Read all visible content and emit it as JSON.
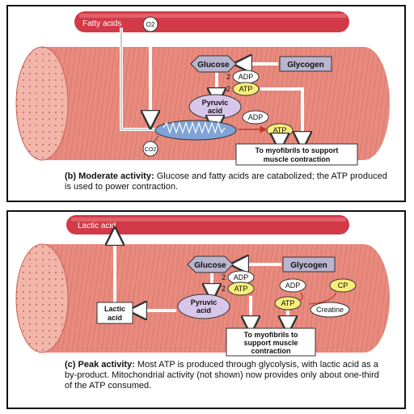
{
  "panel_b": {
    "labels": {
      "fatty_acids": "Fatty acids",
      "o2": "O2",
      "glucose": "Glucose",
      "glycogen": "Glycogen",
      "two_adp": "2",
      "adp1": "ADP",
      "two_atp": "2",
      "atp1": "ATP",
      "pyruvic_acid_1": "Pyruvic",
      "pyruvic_acid_2": "acid",
      "adp2": "ADP",
      "atp2": "ATP",
      "co2": "CO2",
      "myofibrils_1": "To myofibrils to support",
      "myofibrils_2": "muscle contraction"
    },
    "caption_title": "(b) Moderate activity:",
    "caption_body": " Glucose and fatty acids are catabolized; the ATP produced is used to power contraction."
  },
  "panel_c": {
    "labels": {
      "lactic_acid_top": "Lactic acid",
      "glucose": "Glucose",
      "glycogen": "Glycogen",
      "two_adp": "2",
      "adp1": "ADP",
      "two_atp": "2",
      "atp1": "ATP",
      "adp2": "ADP",
      "cp": "CP",
      "pyruvic_acid_1": "Pyruvic",
      "pyruvic_acid_2": "acid",
      "atp2": "ATP",
      "creatine": "Creatine",
      "lactic_acid_box_1": "Lactic",
      "lactic_acid_box_2": "acid",
      "myofibrils_1": "To myofibrils to",
      "myofibrils_2": "support muscle",
      "myofibrils_3": "contraction"
    },
    "caption_title": "(c) Peak activity:",
    "caption_body": " Most ATP is produced through glycolysis, with lactic acid as a by-product. Mitochondrial activity (not shown) now provides only about one-third of the ATP consumed."
  },
  "colors": {
    "muscle": "#e98a7e",
    "muscle_dark": "#c9645a",
    "vessel": "#d23a48",
    "atp_yellow": "#f7ee7a",
    "glucose_gray": "#b9b5cf",
    "pyruvic_purple": "#d7c6ea",
    "mito_blue": "#7fa3d6"
  }
}
